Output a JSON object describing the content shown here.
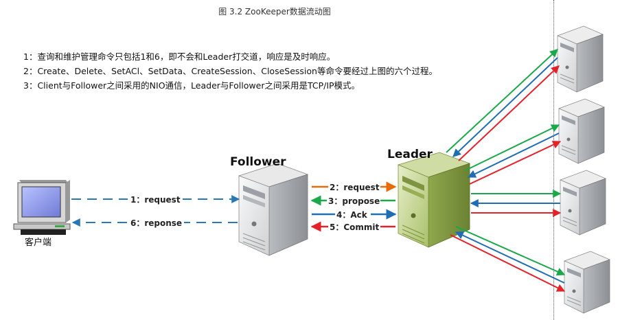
{
  "caption": "图 3.2 ZooKeeper数据流动图",
  "notes": [
    "1：查询和维护管理命令只包括1和6，即不会和Leader打交道，响应是及时响应。",
    "2：Create、Delete、SetACl、SetData、CreateSession、CloseSession等命令要经过上图的六个过程。",
    "3：Client与Follower之间采用的NIO通信，Leader与Follower之间采用是TCP/IP模式。"
  ],
  "nodes": {
    "client": "客户端",
    "follower": "Follower",
    "leader": "Leader"
  },
  "messages": {
    "request_client": "1：request",
    "reponse_client": "6：reponse",
    "request_leader": "2：request",
    "propose": "3：propose",
    "ack": "4：Ack",
    "commit": "5：Commit"
  },
  "colors": {
    "orange": "#e46c0a",
    "green": "#1aa84a",
    "blue": "#1f6db3",
    "red": "#e3222a",
    "dash_blue": "#2878b8"
  }
}
